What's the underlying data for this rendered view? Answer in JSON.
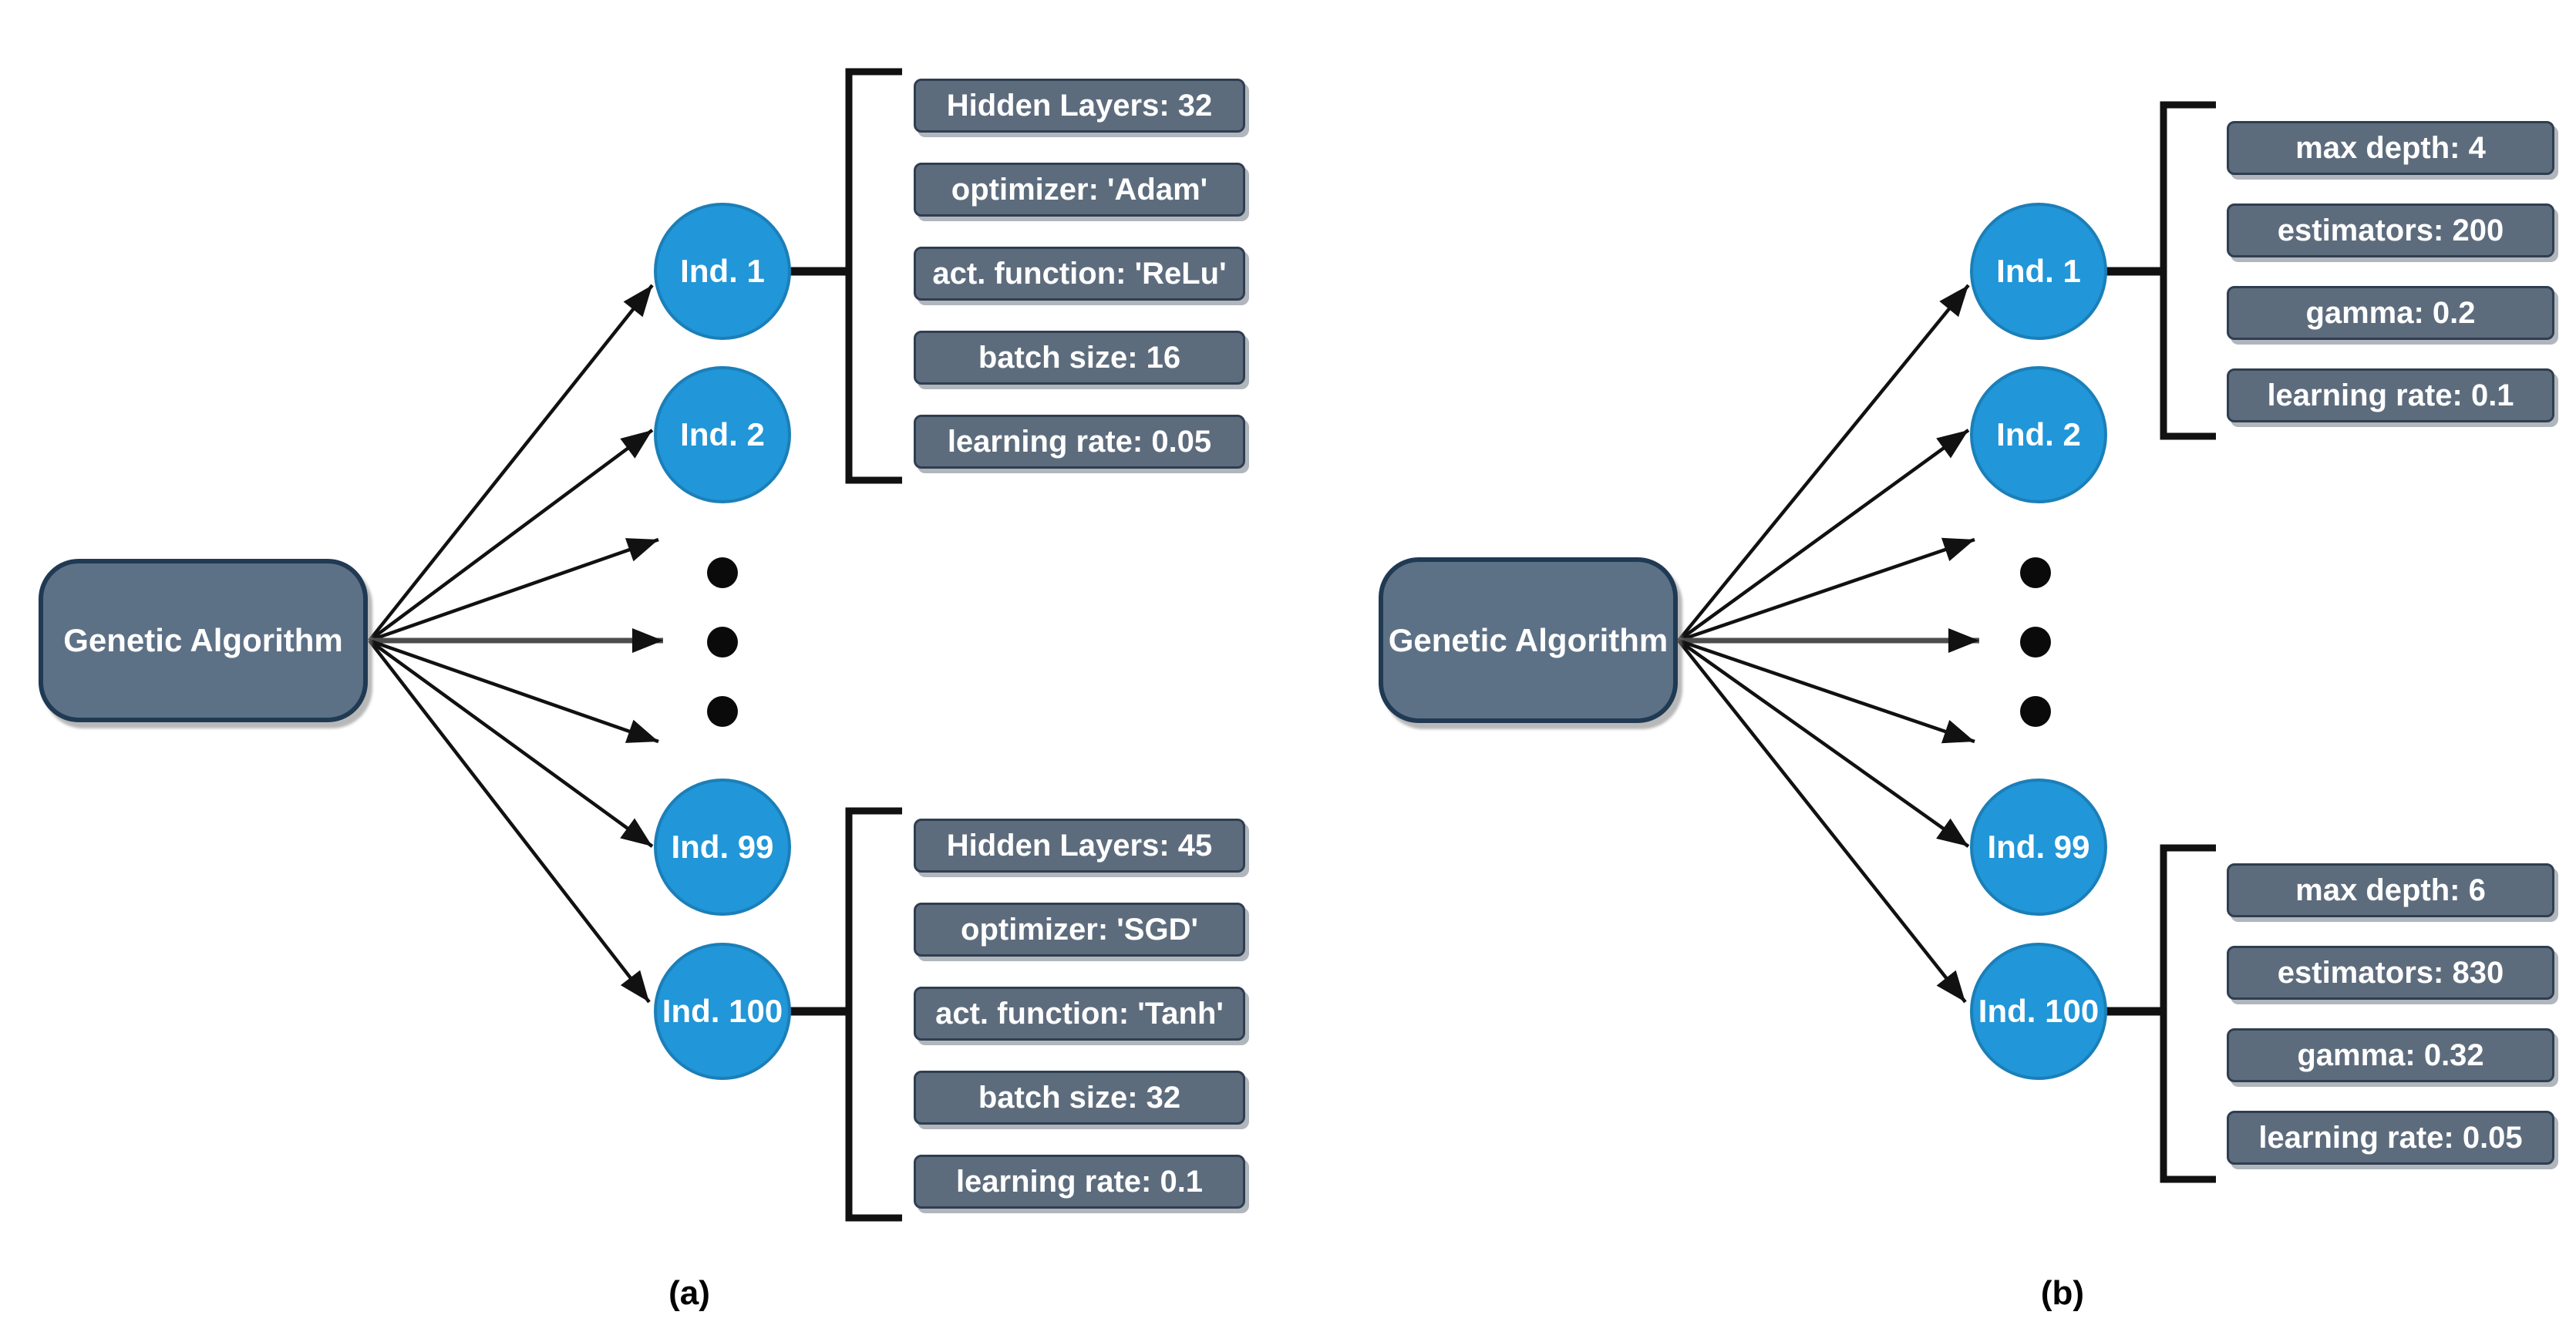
{
  "figure": {
    "description_left_caption": "(a)",
    "description_right_caption": "(b)"
  },
  "colors": {
    "ga_fill": "#5d7186",
    "ga_border": "#203a54",
    "node_fill": "#2196d8",
    "node_border": "#1b7fb8",
    "box_fill": "#5d6c7d",
    "box_border": "#2f3e50",
    "arrow": "#111111",
    "arrow_secondary": "#4d4d4d",
    "dot": "#0a0a0a"
  },
  "panels": {
    "a": {
      "caption": "(a)",
      "source": {
        "label": "Genetic Algorithm"
      },
      "individuals": [
        {
          "label": "Ind. 1"
        },
        {
          "label": "Ind. 2"
        },
        {
          "label": "Ind. 99"
        },
        {
          "label": "Ind. 100"
        }
      ],
      "param_sets": {
        "top": {
          "linked_to": "Ind. 1",
          "items": [
            "Hidden Layers: 32",
            "optimizer: 'Adam'",
            "act. function: 'ReLu'",
            "batch size: 16",
            "learning rate: 0.05"
          ]
        },
        "bottom": {
          "linked_to": "Ind. 100",
          "items": [
            "Hidden Layers: 45",
            "optimizer: 'SGD'",
            "act. function: 'Tanh'",
            "batch size: 32",
            "learning rate: 0.1"
          ]
        }
      }
    },
    "b": {
      "caption": "(b)",
      "source": {
        "label": "Genetic Algorithm"
      },
      "individuals": [
        {
          "label": "Ind. 1"
        },
        {
          "label": "Ind. 2"
        },
        {
          "label": "Ind. 99"
        },
        {
          "label": "Ind. 100"
        }
      ],
      "param_sets": {
        "top": {
          "linked_to": "Ind. 1",
          "items": [
            "max depth: 4",
            "estimators: 200",
            "gamma: 0.2",
            "learning rate: 0.1"
          ]
        },
        "bottom": {
          "linked_to": "Ind. 100",
          "items": [
            "max depth: 6",
            "estimators: 830",
            "gamma: 0.32",
            "learning rate: 0.05"
          ]
        }
      }
    }
  }
}
